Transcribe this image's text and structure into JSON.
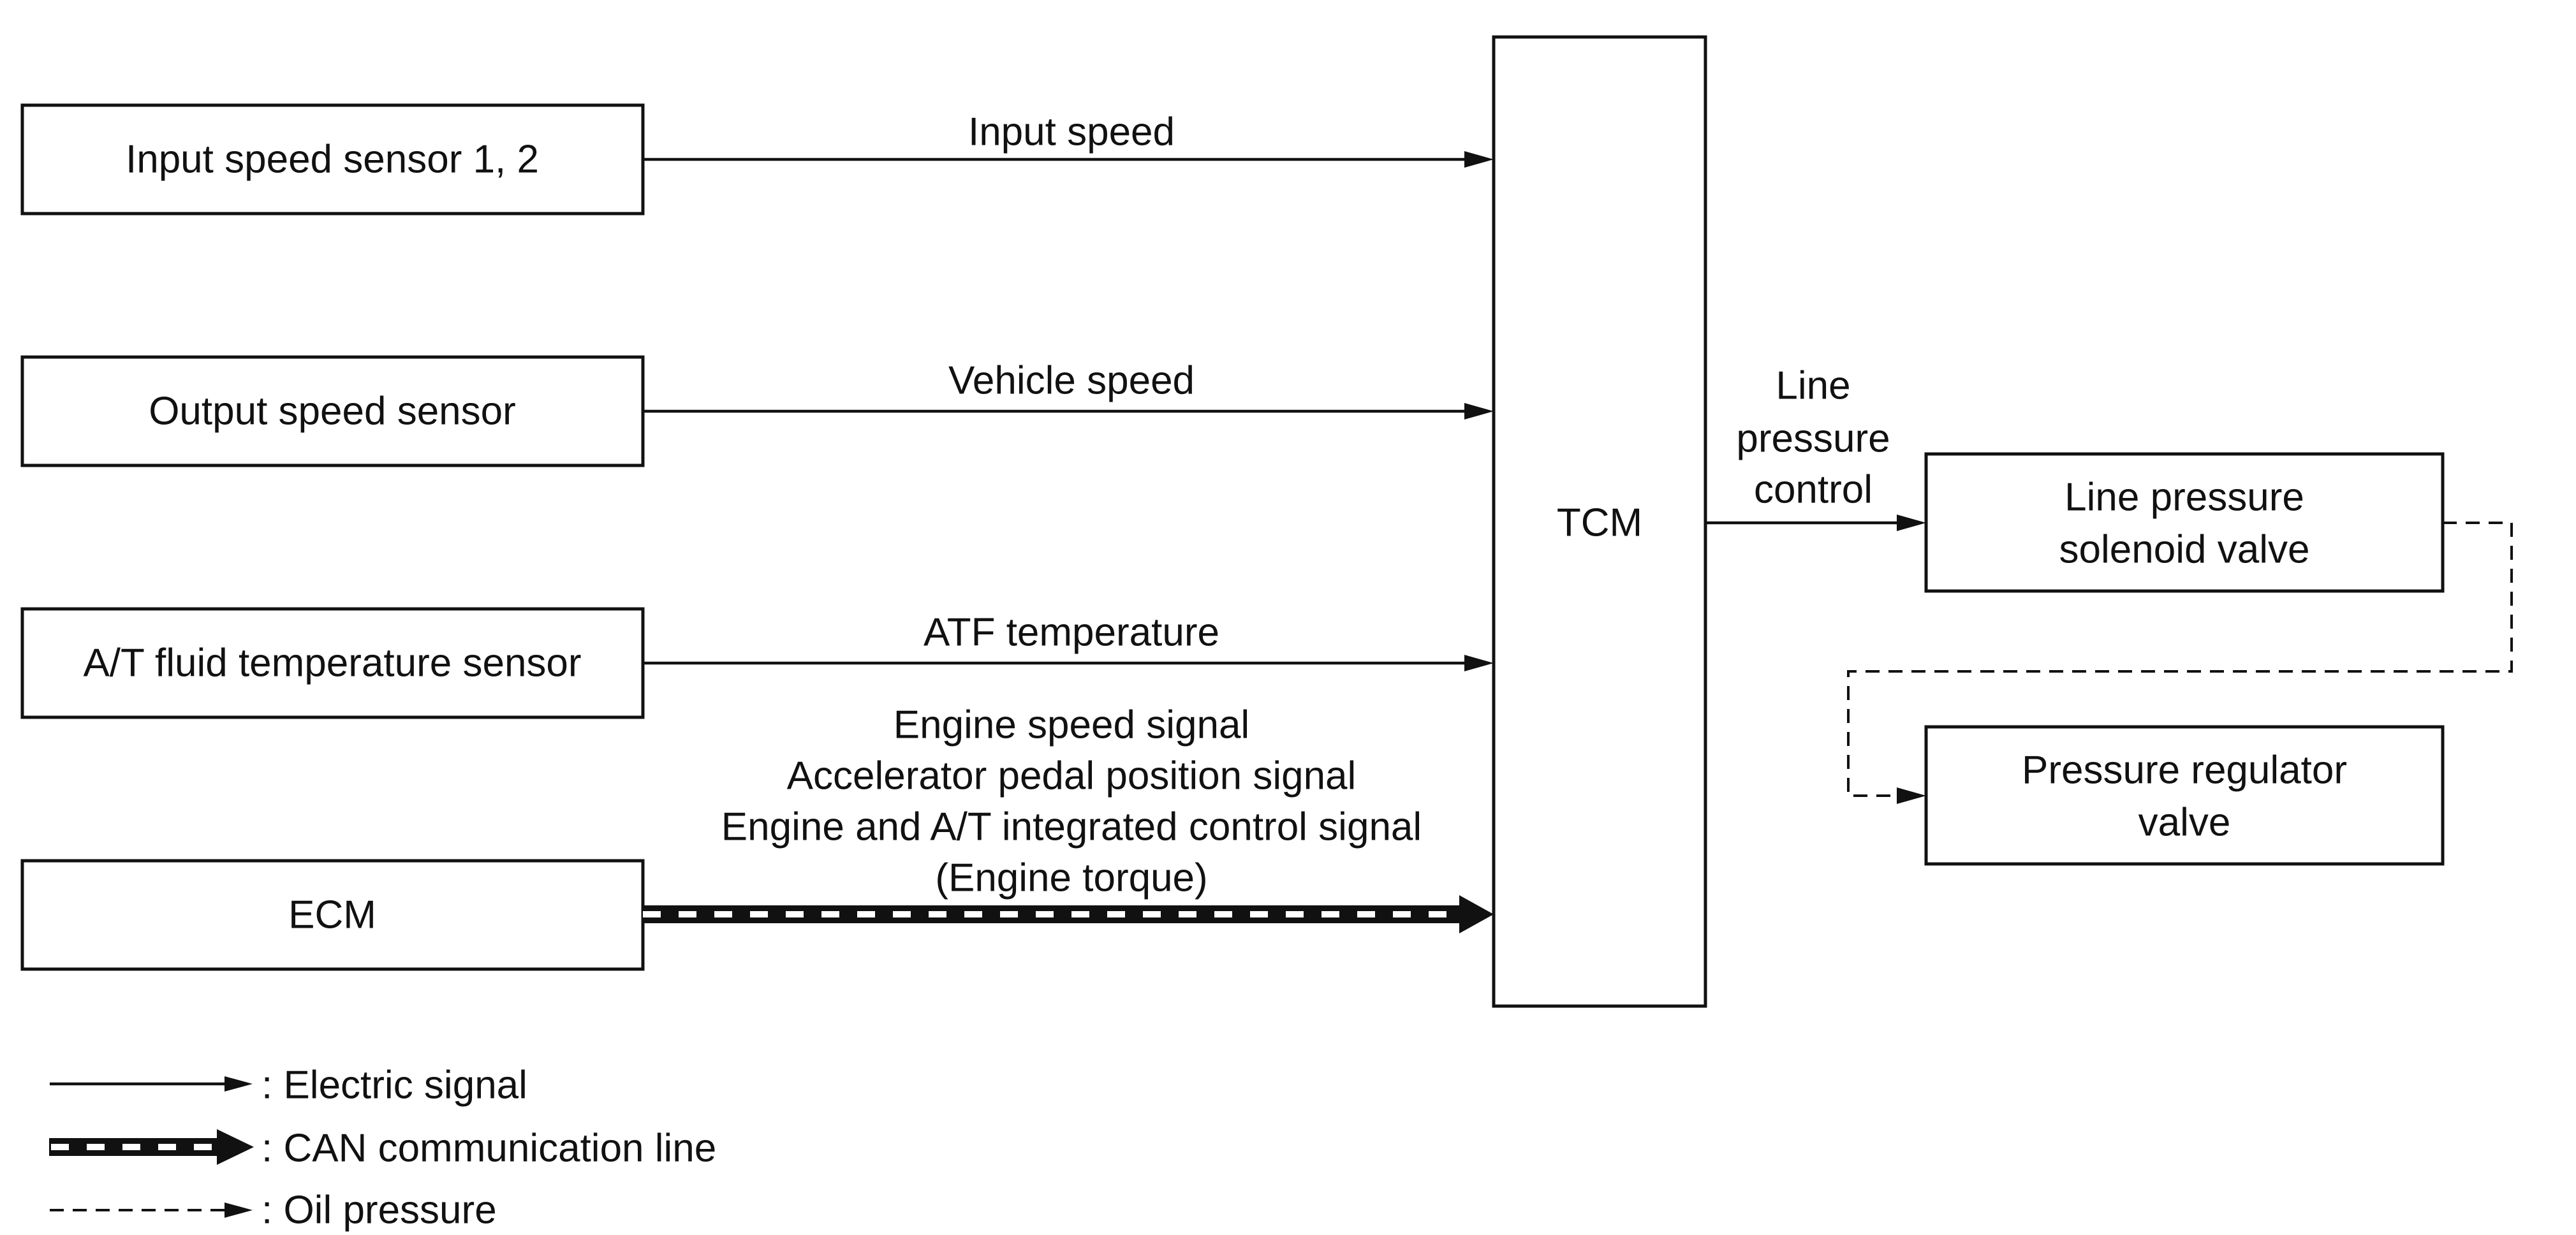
{
  "diagram": {
    "inputs": [
      {
        "label": "Input speed sensor 1, 2",
        "signal": "Input speed"
      },
      {
        "label": "Output speed sensor",
        "signal": "Vehicle speed"
      },
      {
        "label": "A/T fluid temperature sensor",
        "signal": "ATF temperature"
      },
      {
        "label": "ECM",
        "signal_lines": [
          "Engine speed signal",
          "Accelerator pedal position signal",
          "Engine and A/T integrated control signal",
          "(Engine torque)"
        ]
      }
    ],
    "controller": {
      "label": "TCM"
    },
    "output_signal": [
      "Line",
      "pressure",
      "control"
    ],
    "actuators": {
      "solenoid": [
        "Line pressure",
        "solenoid valve"
      ],
      "regulator": [
        "Pressure regulator",
        "valve"
      ]
    },
    "legend": {
      "electric": ": Electric signal",
      "can": ": CAN communication line",
      "oil": ": Oil pressure"
    }
  }
}
